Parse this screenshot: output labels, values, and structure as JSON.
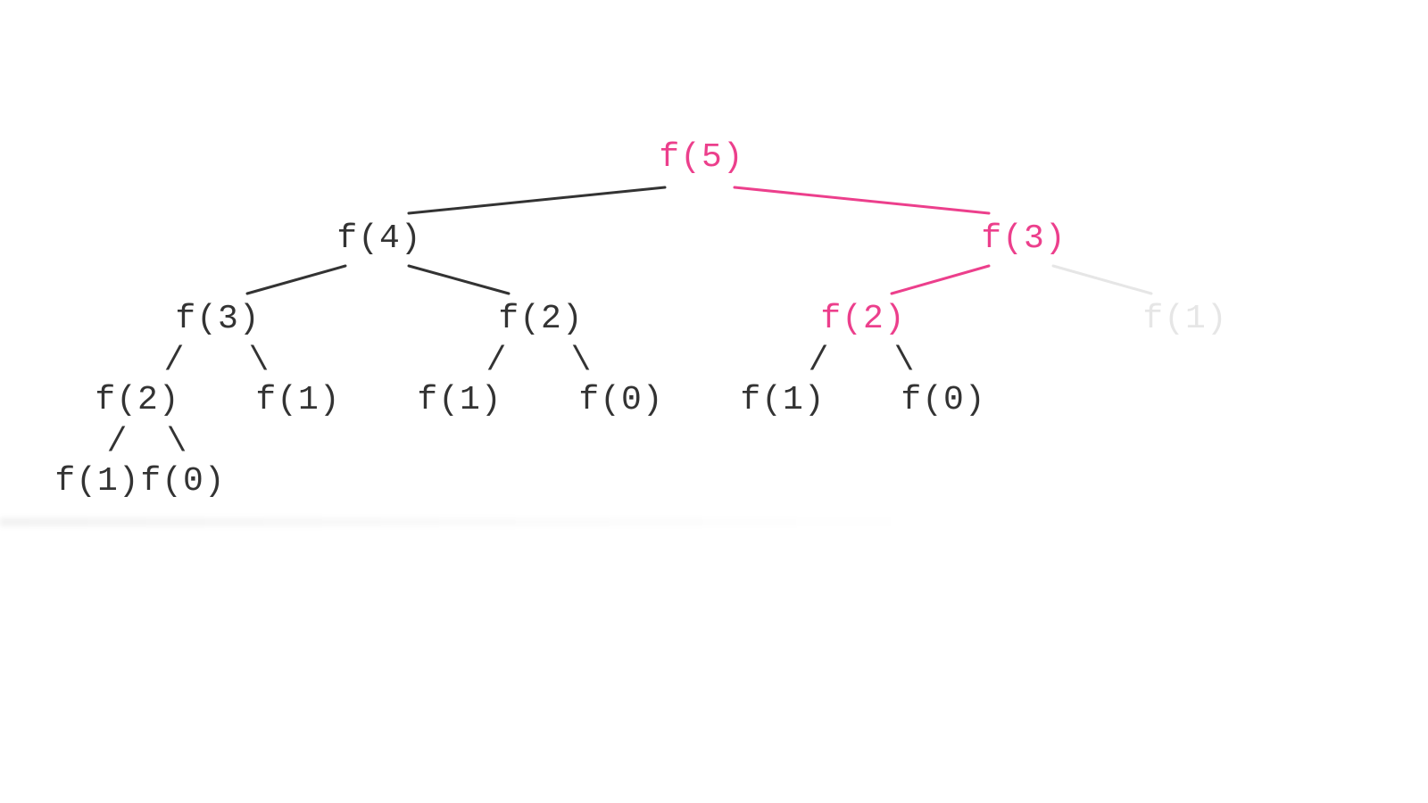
{
  "colors": {
    "default": "#333333",
    "highlight": "#ec3f8c",
    "faded": "#e6e6e6"
  },
  "nodes": [
    {
      "id": "n5",
      "label": "f(5)",
      "state": "highlight"
    },
    {
      "id": "n4",
      "label": "f(4)",
      "state": "default"
    },
    {
      "id": "n3r",
      "label": "f(3)",
      "state": "highlight"
    },
    {
      "id": "n3l",
      "label": "f(3)",
      "state": "default"
    },
    {
      "id": "n2m",
      "label": "f(2)",
      "state": "default"
    },
    {
      "id": "n2r",
      "label": "f(2)",
      "state": "highlight"
    },
    {
      "id": "n1far",
      "label": "f(1)",
      "state": "faded"
    },
    {
      "id": "n2l",
      "label": "f(2)",
      "state": "default"
    },
    {
      "id": "n1a",
      "label": "f(1)",
      "state": "default"
    },
    {
      "id": "n1b",
      "label": "f(1)",
      "state": "default"
    },
    {
      "id": "n0a",
      "label": "f(0)",
      "state": "default"
    },
    {
      "id": "n1c",
      "label": "f(1)",
      "state": "default"
    },
    {
      "id": "n0b",
      "label": "f(0)",
      "state": "default"
    },
    {
      "id": "n1d",
      "label": "f(1)",
      "state": "default"
    },
    {
      "id": "n0c",
      "label": "f(0)",
      "state": "default"
    }
  ],
  "edges": [
    {
      "from": "n5",
      "to": "n4",
      "state": "default"
    },
    {
      "from": "n5",
      "to": "n3r",
      "state": "highlight"
    },
    {
      "from": "n4",
      "to": "n3l",
      "state": "default"
    },
    {
      "from": "n4",
      "to": "n2m",
      "state": "default"
    },
    {
      "from": "n3r",
      "to": "n2r",
      "state": "highlight"
    },
    {
      "from": "n3r",
      "to": "n1far",
      "state": "faded"
    }
  ],
  "slash_chars": {
    "left": "/",
    "right": "\\"
  }
}
